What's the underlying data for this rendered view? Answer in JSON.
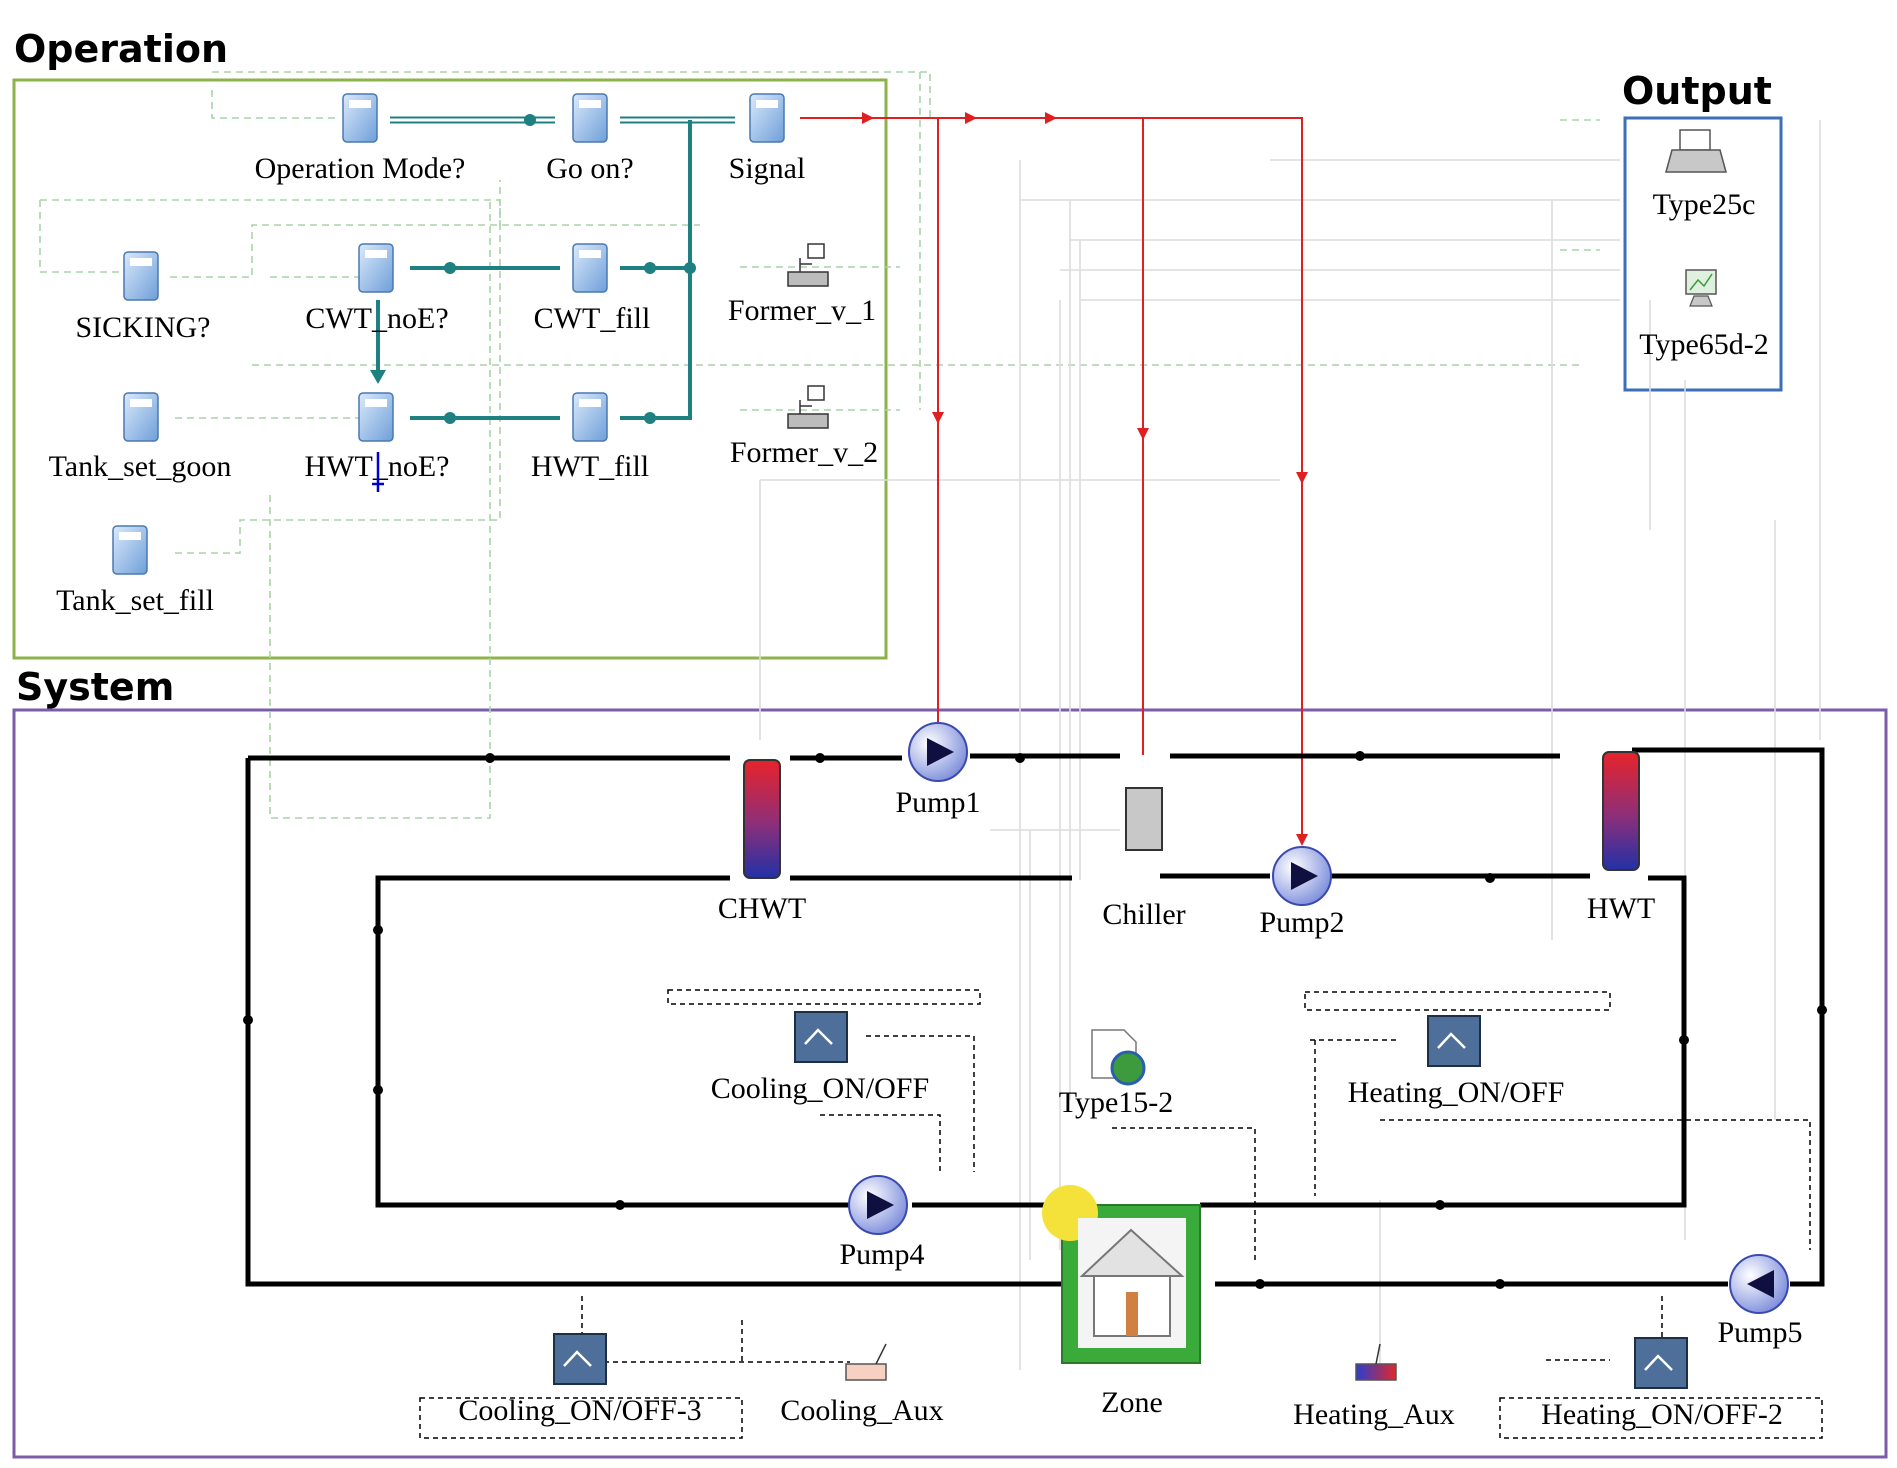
{
  "sections": {
    "operation": "Operation",
    "output": "Output",
    "system": "System"
  },
  "operation_components": {
    "operation_mode": "Operation Mode?",
    "go_on": "Go on?",
    "signal": "Signal",
    "sicking": "SICKING?",
    "cwt_noe": "CWT_noE?",
    "cwt_fill": "CWT_fill",
    "former_v_1": "Former_v_1",
    "tank_set_goon": "Tank_set_goon",
    "hwt_noe": "HWT_noE?",
    "hwt_fill": "HWT_fill",
    "former_v_2": "Former_v_2",
    "tank_set_fill": "Tank_set_fill"
  },
  "output_components": {
    "type25c": "Type25c",
    "type65d": "Type65d-2"
  },
  "system_components": {
    "chwt": "CHWT",
    "pump1": "Pump1",
    "chiller": "Chiller",
    "pump2": "Pump2",
    "hwt": "HWT",
    "cooling_on_off": "Cooling_ON/OFF",
    "type15": "Type15-2",
    "heating_on_off": "Heating_ON/OFF",
    "pump4": "Pump4",
    "pump5": "Pump5",
    "cooling_on_off_3": "Cooling_ON/OFF-3",
    "cooling_aux": "Cooling_Aux",
    "zone": "Zone",
    "heating_aux": "Heating_Aux",
    "heating_on_off_2": "Heating_ON/OFF-2"
  },
  "colors": {
    "operation_border": "#8db24a",
    "output_border": "#3b6fb6",
    "system_border": "#7a5ca8",
    "control_link": "#1e8080",
    "signal_link": "#e02020",
    "pipe": "#000000",
    "faint_link": "#a8d4a8"
  },
  "icons": {
    "calculator": "calculator-icon",
    "printer": "printer-icon",
    "monitor": "monitor-icon",
    "pump": "pump-icon",
    "tank": "tank-icon",
    "chiller": "chiller-icon",
    "controller": "controller-icon",
    "weather": "weather-icon",
    "building": "building-icon",
    "heater": "heater-icon",
    "former_value": "former-value-icon"
  }
}
